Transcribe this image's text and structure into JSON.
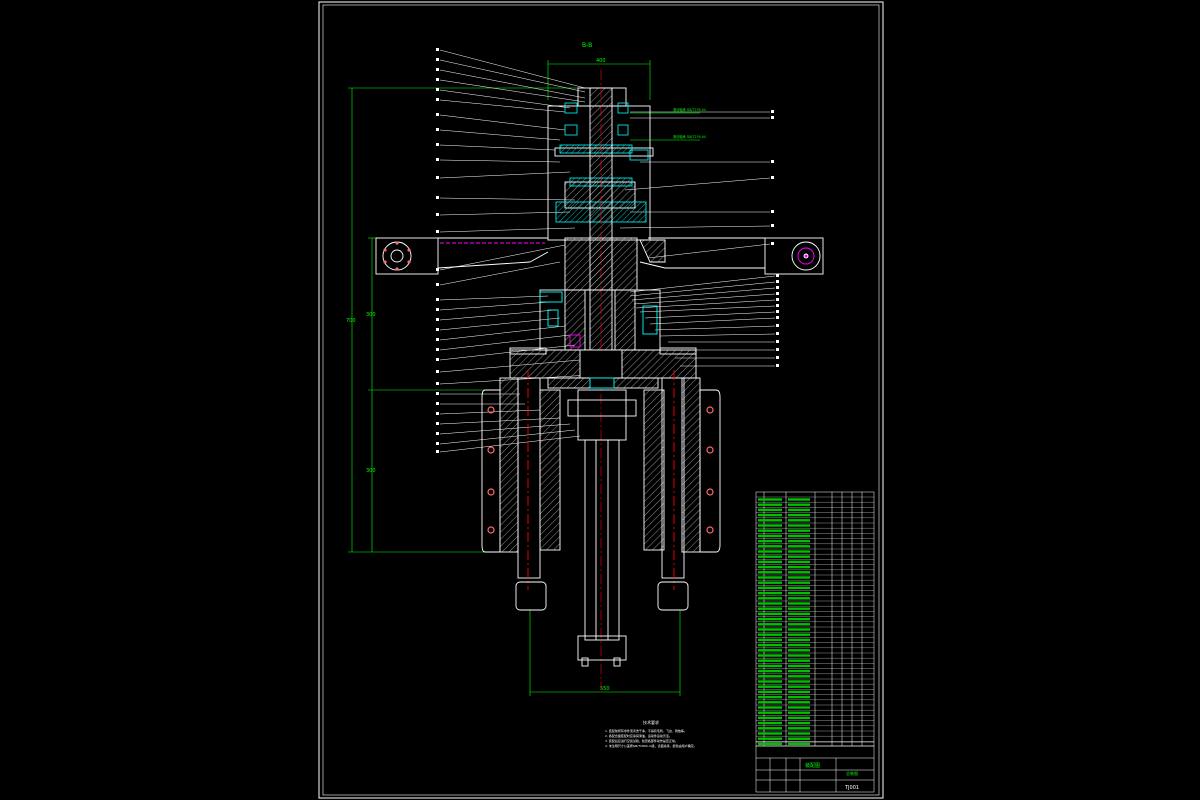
{
  "drawing": {
    "title_block": {
      "name": "装配图",
      "drawing_no": "TJ001",
      "school": "总装图"
    },
    "section_label": "B-B",
    "dim_top": "400",
    "dim_bottom": "550",
    "dim_left_total": "700",
    "dim_left_lower": "300",
    "notes_title": "技术要求",
    "notes": [
      "1. 装配前所有零件须清洗干净，不得有毛刺、飞边、锈蚀等。",
      "2. 各配合面装配时应涂润滑油，运动件运动灵活。",
      "3. 装配后应进行空载试验，检查各部件动作是否正常。",
      "4. 未注明尺寸公差按GB/T1804-m级，表面涂漆，颜色由用户确定。"
    ],
    "callouts_green": [
      "滚动轴承 GB/T276-94",
      "滚动轴承 GB/T276-94"
    ],
    "colors": {
      "outline": "#ffffff",
      "cyan": "#00ffff",
      "green": "#00ff00",
      "red": "#ff0000",
      "magenta": "#ff00ff"
    }
  }
}
